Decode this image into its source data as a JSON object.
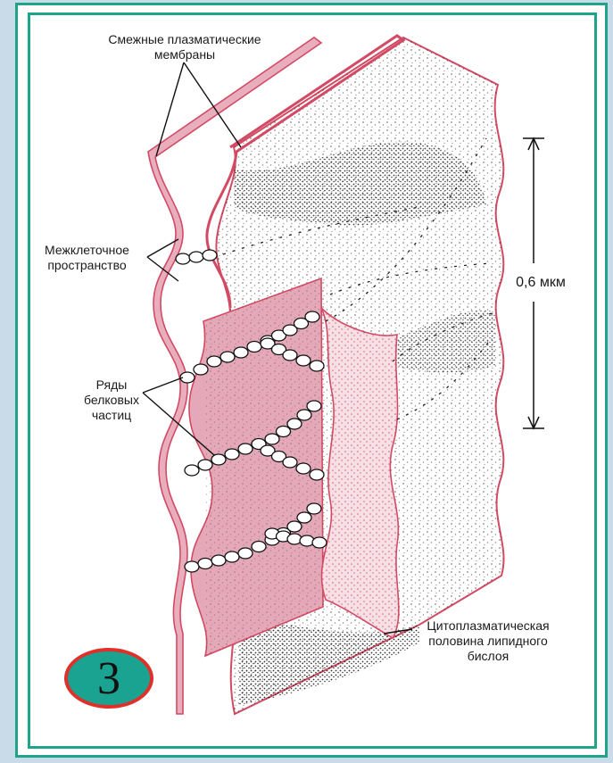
{
  "labels": {
    "adjacent_membranes": [
      "Смежные плазматические",
      "мембраны"
    ],
    "intercellular_space": [
      "Межклеточное",
      "пространство"
    ],
    "protein_rows": [
      "Ряды",
      "белковых",
      "частиц"
    ],
    "thickness": "0,6 мкм",
    "cytoplasmic_half": [
      "Цитоплазматическая",
      "половина липидного",
      "бислоя"
    ]
  },
  "badge": {
    "number": "3"
  },
  "colors": {
    "frame": "#1fa389",
    "membrane_edge": "#d24a63",
    "membrane_fill": "#e8aebe",
    "badge_fill": "#1aa391",
    "badge_ring": "#e0302a",
    "background": "#c9dbe9"
  }
}
